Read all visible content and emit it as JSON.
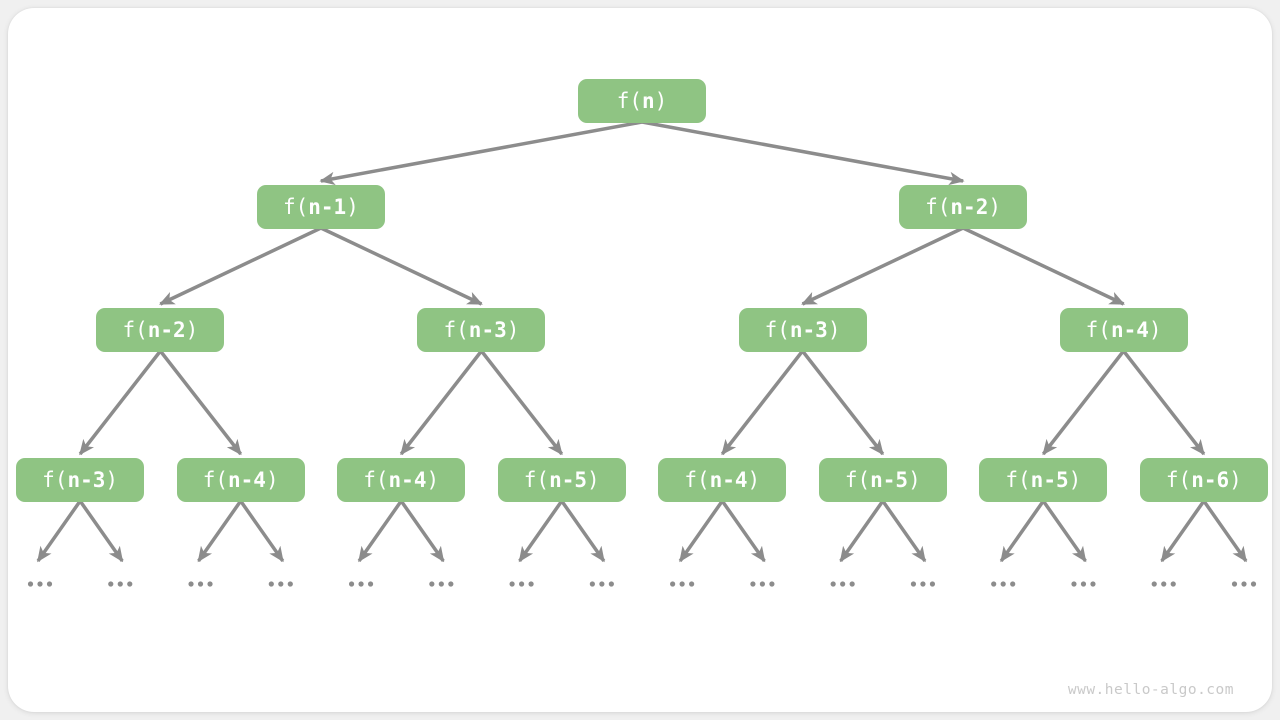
{
  "page": {
    "watermark": "www.hello-algo.com"
  },
  "colors": {
    "node_fill": "#8FC483",
    "node_text": "#FFFFFF",
    "edge": "#8C8C8C",
    "dots": "#8C8C8C",
    "watermark": "#C9C9C9",
    "card_background": "#FFFFFF",
    "page_background": "#F0F0F0"
  },
  "tree": {
    "prefix": "f(",
    "arg": "n",
    "suffix": ")",
    "children": [
      {
        "prefix": "f(",
        "arg": "n-1",
        "suffix": ")",
        "children": [
          {
            "prefix": "f(",
            "arg": "n-2",
            "suffix": ")",
            "children": [
              {
                "prefix": "f(",
                "arg": "n-3",
                "suffix": ")",
                "children": [
                  {
                    "type": "dots",
                    "label": "..."
                  },
                  {
                    "type": "dots",
                    "label": "..."
                  }
                ]
              },
              {
                "prefix": "f(",
                "arg": "n-4",
                "suffix": ")",
                "children": [
                  {
                    "type": "dots",
                    "label": "..."
                  },
                  {
                    "type": "dots",
                    "label": "..."
                  }
                ]
              }
            ]
          },
          {
            "prefix": "f(",
            "arg": "n-3",
            "suffix": ")",
            "children": [
              {
                "prefix": "f(",
                "arg": "n-4",
                "suffix": ")",
                "children": [
                  {
                    "type": "dots",
                    "label": "..."
                  },
                  {
                    "type": "dots",
                    "label": "..."
                  }
                ]
              },
              {
                "prefix": "f(",
                "arg": "n-5",
                "suffix": ")",
                "children": [
                  {
                    "type": "dots",
                    "label": "..."
                  },
                  {
                    "type": "dots",
                    "label": "..."
                  }
                ]
              }
            ]
          }
        ]
      },
      {
        "prefix": "f(",
        "arg": "n-2",
        "suffix": ")",
        "children": [
          {
            "prefix": "f(",
            "arg": "n-3",
            "suffix": ")",
            "children": [
              {
                "prefix": "f(",
                "arg": "n-4",
                "suffix": ")",
                "children": [
                  {
                    "type": "dots",
                    "label": "..."
                  },
                  {
                    "type": "dots",
                    "label": "..."
                  }
                ]
              },
              {
                "prefix": "f(",
                "arg": "n-5",
                "suffix": ")",
                "children": [
                  {
                    "type": "dots",
                    "label": "..."
                  },
                  {
                    "type": "dots",
                    "label": "..."
                  }
                ]
              }
            ]
          },
          {
            "prefix": "f(",
            "arg": "n-4",
            "suffix": ")",
            "children": [
              {
                "prefix": "f(",
                "arg": "n-5",
                "suffix": ")",
                "children": [
                  {
                    "type": "dots",
                    "label": "..."
                  },
                  {
                    "type": "dots",
                    "label": "..."
                  }
                ]
              },
              {
                "prefix": "f(",
                "arg": "n-6",
                "suffix": ")",
                "children": [
                  {
                    "type": "dots",
                    "label": "..."
                  },
                  {
                    "type": "dots",
                    "label": "..."
                  }
                ]
              }
            ]
          }
        ]
      }
    ]
  }
}
